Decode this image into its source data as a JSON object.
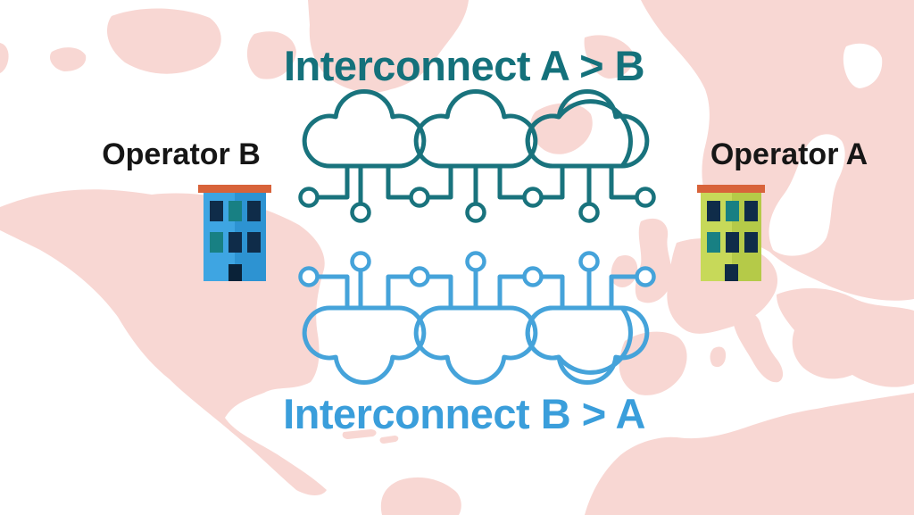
{
  "titles": {
    "top": "Interconnect A > B",
    "bottom": "Interconnect B > A"
  },
  "operators": {
    "left": {
      "label": "Operator B",
      "building_color": "#3ea5e2",
      "building_shade": "#2d93d2"
    },
    "right": {
      "label": "Operator A",
      "building_color": "#c7d959",
      "building_shade": "#b5ca48"
    }
  },
  "network": {
    "top_row": {
      "color": "#19737d",
      "clouds": 3,
      "terminals": 7
    },
    "bottom_row": {
      "color": "#45a3da",
      "clouds": 3,
      "terminals": 7
    }
  },
  "colors": {
    "background": "#ffffff",
    "map_land": "#f8d7d3",
    "title_top": "#14717b",
    "title_bottom": "#3a9edb",
    "operator_label": "#161616",
    "roof": "#d8633a",
    "window_dark": "#0f2c49",
    "window_teal": "#188083",
    "door": "#0a2238"
  }
}
